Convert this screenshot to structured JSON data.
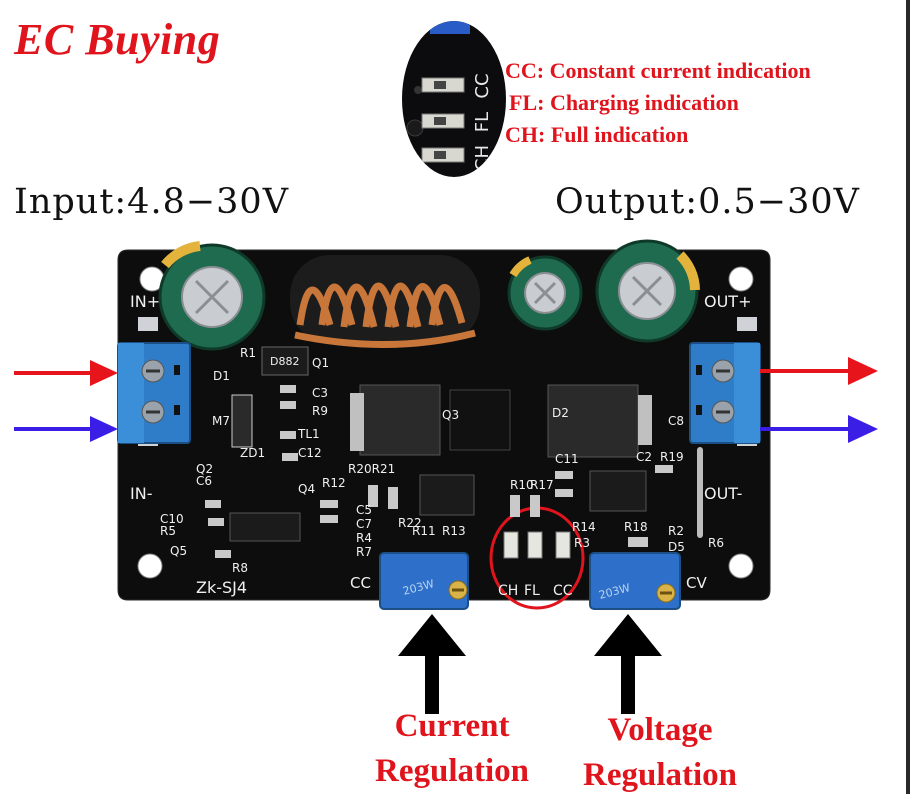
{
  "brand": "EC Buying",
  "legend": {
    "cc": "CC: Constant current indication",
    "fl": "FL: Charging indication",
    "ch": "CH: Full indication"
  },
  "input_label": "Input:4.8−30V",
  "output_label": "Output:0.5−30V",
  "callouts": {
    "current": [
      "Current",
      "Regulation"
    ],
    "voltage": [
      "Voltage",
      "Regulation"
    ]
  },
  "board": {
    "silkscreen_in_plus": "IN+",
    "silkscreen_in_minus": "IN-",
    "silkscreen_out_plus": "OUT+",
    "silkscreen_out_minus": "OUT-",
    "model": "Zk-SJ4",
    "cc_pot": "CC",
    "cv_pot": "CV",
    "led_ch": "CH",
    "led_fl": "FL",
    "led_cc": "CC",
    "pot_marking": "203W",
    "components": {
      "d882": "D882",
      "r1": "R1",
      "q1": "Q1",
      "d1": "D1",
      "c3": "C3",
      "r9": "R9",
      "tl1": "TL1",
      "zd1": "ZD1",
      "c12": "C12",
      "m7": "M7",
      "q3": "Q3",
      "d2": "D2",
      "c8": "C8",
      "q2": "Q2",
      "c6": "C6",
      "q4": "Q4",
      "r12": "R12",
      "r20": "R20R21",
      "c10": "C10",
      "r5": "R5",
      "q5": "Q5",
      "r8": "R8",
      "c5": "C5",
      "c7": "C7",
      "r4": "R4",
      "r7": "R7",
      "r22": "R22",
      "r11": "R11",
      "r13": "R13",
      "r10": "R10",
      "r17": "R17",
      "c11": "C11",
      "c2": "C2",
      "r19": "R19",
      "r14": "R14",
      "r18": "R18",
      "r2": "R2",
      "d5": "D5",
      "r6": "R6",
      "r3": "R3"
    }
  },
  "colors": {
    "accent_red": "#e0141c",
    "arrow_red": "#e8141c",
    "arrow_blue": "#3a1ee6",
    "pcb": "#0d0d0d",
    "terminal_blue": "#2f7dc8",
    "copper": "#c8763a"
  }
}
